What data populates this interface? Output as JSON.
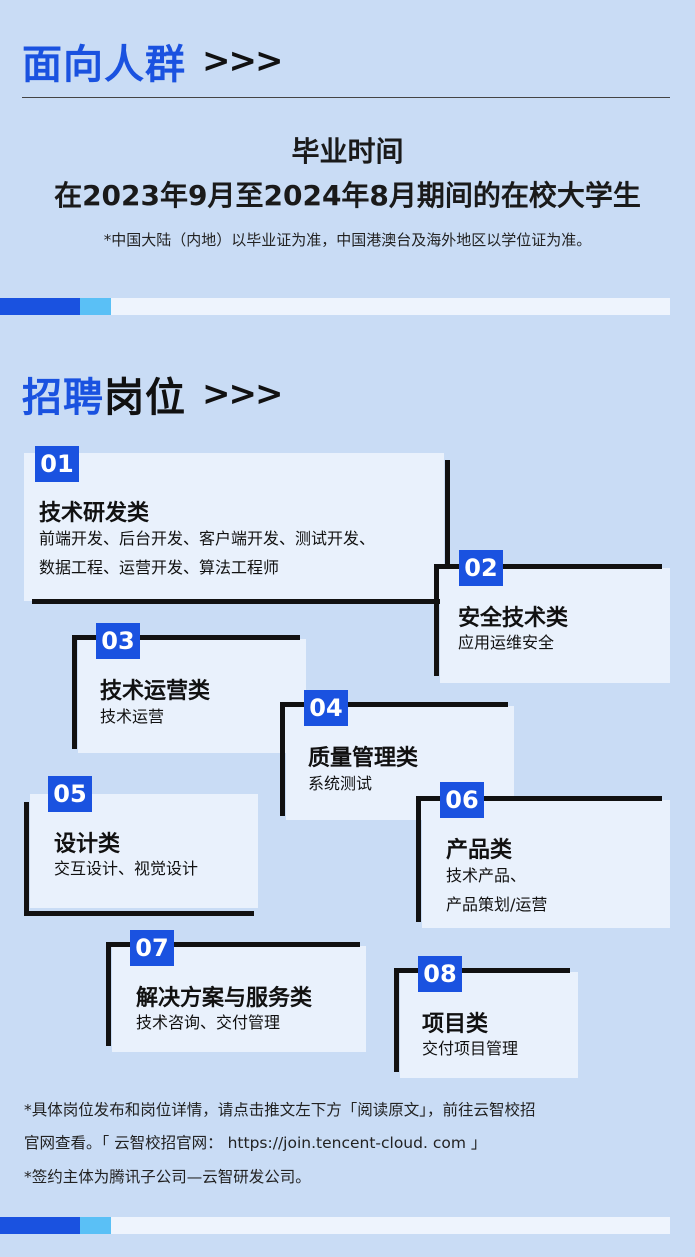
{
  "section1": {
    "title_blue": "面向人群",
    "title_black": "",
    "arrows": ">>>"
  },
  "audience": {
    "heading": "毕业时间",
    "period": "在2023年9月至2024年8月期间的在校大学生",
    "note": "*中国大陆（内地）以毕业证为准，中国港澳台及海外地区以学位证为准。"
  },
  "section2": {
    "title_blue": "招聘",
    "title_black": "岗位",
    "arrows": ">>>"
  },
  "positions": [
    {
      "num": "01",
      "title": "技术研发类",
      "desc": [
        "前端开发、后台开发、客户端开发、测试开发、",
        "数据工程、运营开发、算法工程师"
      ]
    },
    {
      "num": "02",
      "title": "安全技术类",
      "desc": [
        "应用运维安全"
      ]
    },
    {
      "num": "03",
      "title": "技术运营类",
      "desc": [
        "技术运营"
      ]
    },
    {
      "num": "04",
      "title": "质量管理类",
      "desc": [
        "系统测试"
      ]
    },
    {
      "num": "05",
      "title": "设计类",
      "desc": [
        "交互设计、视觉设计"
      ]
    },
    {
      "num": "06",
      "title": "产品类",
      "desc": [
        "技术产品、",
        "产品策划/运营"
      ]
    },
    {
      "num": "07",
      "title": "解决方案与服务类",
      "desc": [
        "技术咨询、交付管理"
      ]
    },
    {
      "num": "08",
      "title": "项目类",
      "desc": [
        "交付项目管理"
      ]
    }
  ],
  "footer": {
    "line1": "*具体岗位发布和岗位详情，请点击推文左下方「阅读原文」，前往云智校招",
    "line2": "官网查看。「 云智校招官网： https://join.tencent-cloud. com 」",
    "line3": "*签约主体为腾讯子公司—云智研发公司。"
  },
  "colors": {
    "accent": "#1a52e0",
    "accent_light": "#5ac0f6",
    "background": "#c9dcf5",
    "card": "#e9f1fc"
  }
}
